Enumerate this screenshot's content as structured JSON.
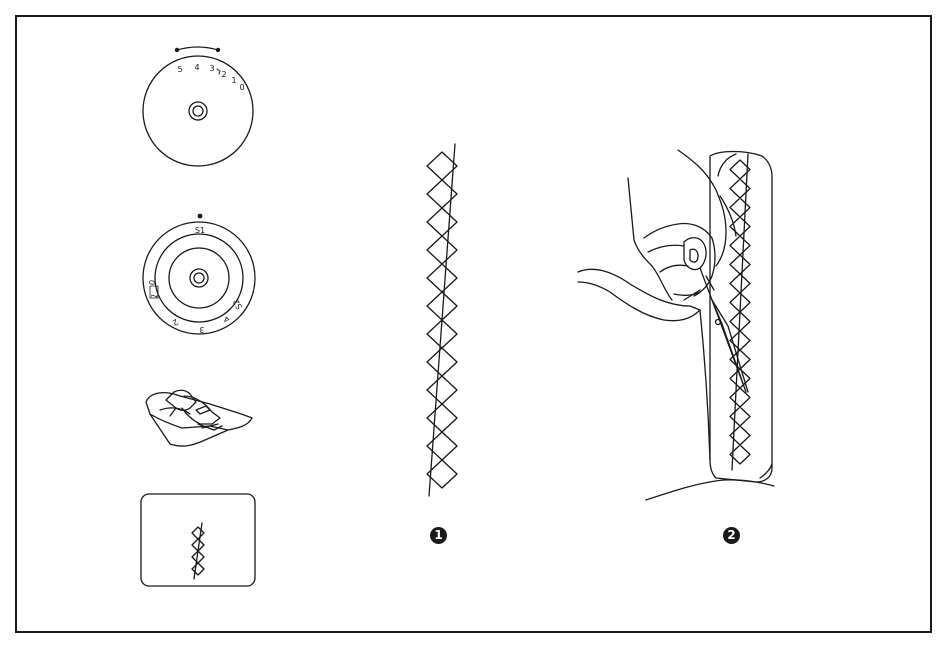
{
  "dial_top": {
    "numbers": [
      "5",
      "4",
      "3",
      "2",
      "1",
      "0"
    ]
  },
  "dial_bottom": {
    "label_top": "S1",
    "numbers": [
      "0",
      "1",
      "2",
      "3",
      "4",
      "S2"
    ]
  },
  "steps": [
    {
      "label": "1"
    },
    {
      "label": "2"
    }
  ],
  "colors": {
    "line": "#1a1a1a",
    "background": "#ffffff"
  }
}
